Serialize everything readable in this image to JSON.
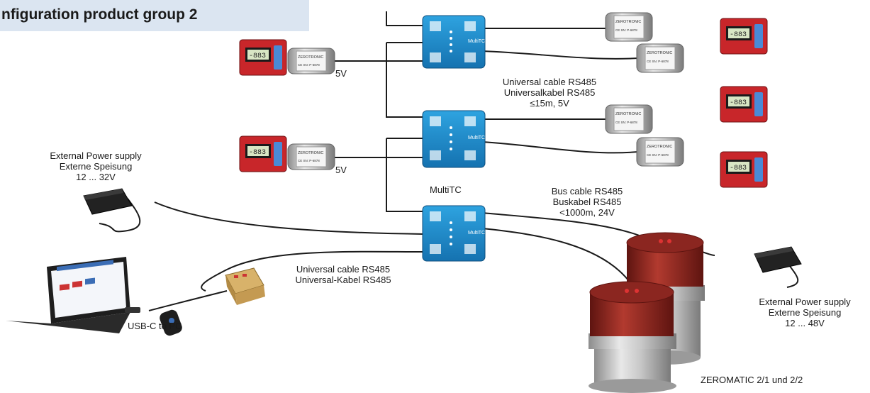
{
  "title": "nfiguration product group 2",
  "labels": {
    "v5_top": "5V",
    "v5_mid": "5V",
    "universal_cable_top": [
      "Universal cable RS485",
      "Universalkabel RS485",
      "≤15m, 5V"
    ],
    "ext_power_left": [
      "External Power supply",
      "Externe Speisung",
      "12 ... 32V"
    ],
    "multitc": "MultiTC",
    "bus_cable": [
      "Bus cable RS485",
      "Buskabel RS485",
      "<1000m, 24V"
    ],
    "universal_cable_bottom": [
      "Universal cable RS485",
      "Universal-Kabel RS485"
    ],
    "usb_c": "USB-C to PC",
    "ext_power_right": [
      "External Power supply",
      "Externe Speisung",
      "12 ... 48V"
    ],
    "zeromatic": "ZEROMATIC 2/1 und 2/2"
  },
  "device_text": {
    "multitc_logo": "MultiTC",
    "sensor_brand": "ZEROTRONIC",
    "sensor_line": "CE SN: P-6878",
    "inclinometer_display": "-883"
  },
  "colors": {
    "multitc": "#1c8fd0",
    "inclinometer": "#c8262a",
    "zeromatic_red": "#9c2a22",
    "title_bg": "#dbe5f1"
  }
}
